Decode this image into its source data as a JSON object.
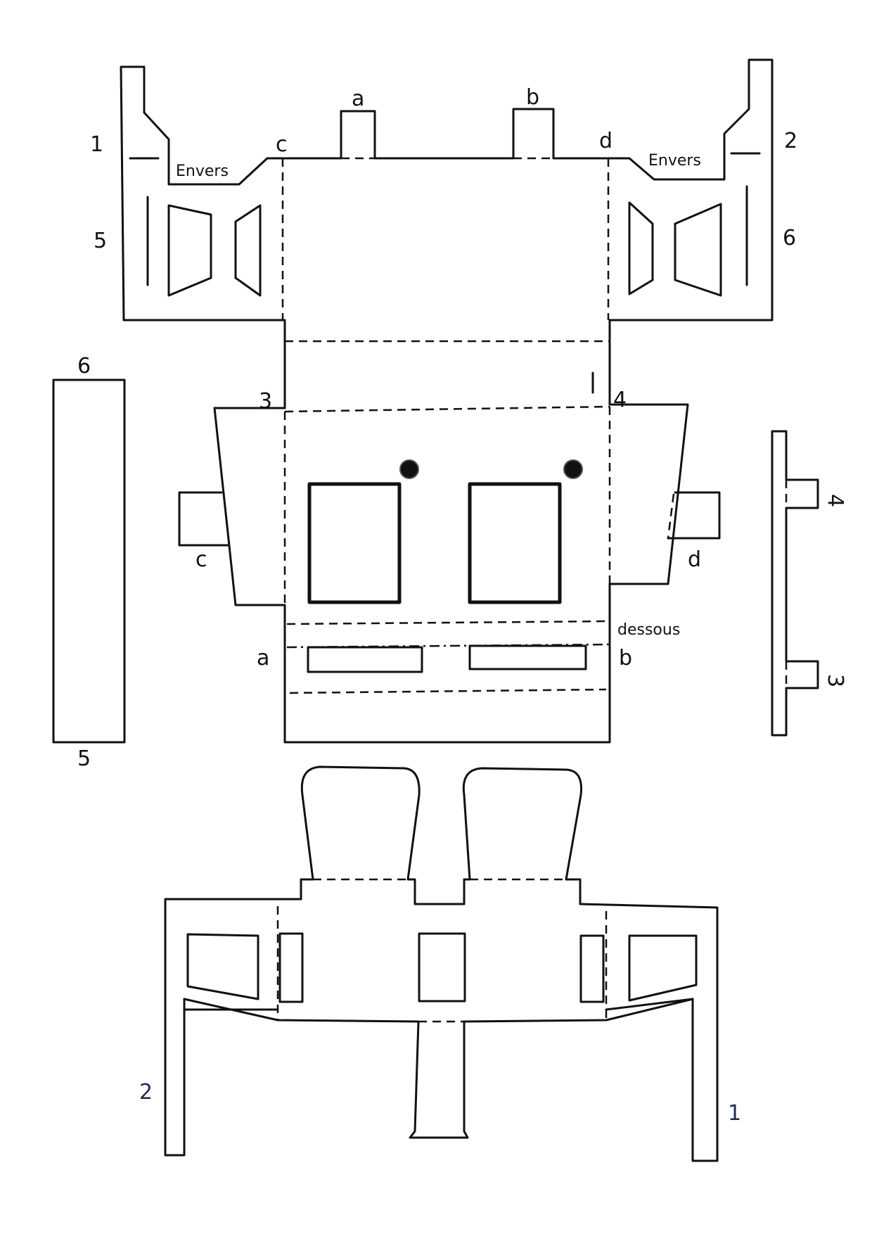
{
  "markers": {
    "top_tab_left": "a",
    "top_tab_right": "b",
    "left_corner_c": "c",
    "right_corner_d": "d",
    "num_1": "1",
    "num_2": "2",
    "num_5": "5",
    "num_6": "6",
    "num_3": "3",
    "num_4": "4",
    "mid_tab_c": "c",
    "mid_tab_d": "d",
    "slot_a": "a",
    "slot_b": "b",
    "strip_top": "6",
    "strip_bottom": "5",
    "right_tab_4": "4",
    "right_tab_3": "3",
    "bottom_left_2": "2",
    "bottom_right_1": "1"
  },
  "notes": {
    "envers_left": "Envers",
    "envers_right": "Envers",
    "dessous": "dessous"
  },
  "colors": {
    "ink": "#111111",
    "paper": "#ffffff",
    "blue_ink": "#1f2a5c"
  }
}
